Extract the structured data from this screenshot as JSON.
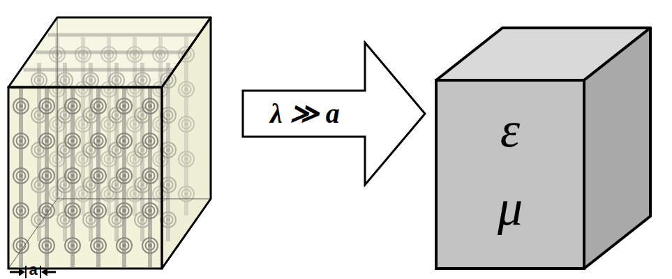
{
  "diagram": {
    "nodes": [
      {
        "text": [
          "λ ≫ a"
        ]
      },
      {
        "text": [
          "ε",
          "μ"
        ]
      }
    ],
    "labels": [
      "a"
    ]
  }
}
